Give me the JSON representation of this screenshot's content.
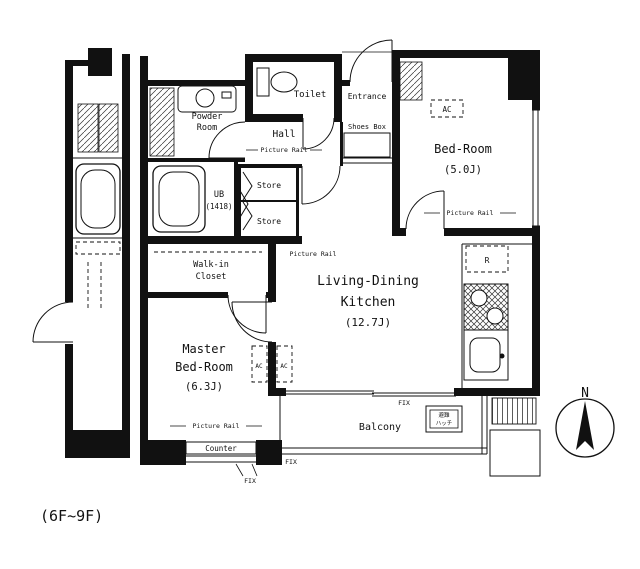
{
  "plan": {
    "floor_range": "(6F~9F)",
    "compass": {
      "north": "N"
    },
    "rooms": {
      "toilet": "Toilet",
      "entrance": "Entrance",
      "shoes_box": "Shoes Box",
      "powder_room_line1": "Powder",
      "powder_room_line2": "Room",
      "hall": "Hall",
      "ub": "UB",
      "ub_size": "(1418)",
      "store": "Store",
      "walk_in_closet_line1": "Walk-in",
      "walk_in_closet_line2": "Closet",
      "ldk_line1": "Living-Dining",
      "ldk_line2": "Kitchen",
      "ldk_size": "(12.7J)",
      "bedroom": "Bed-Room",
      "bedroom_size": "(5.0J)",
      "master_line1": "Master",
      "master_line2": "Bed-Room",
      "master_size": "(6.3J)",
      "balcony": "Balcony",
      "counter": "Counter"
    },
    "annotations": {
      "picture_rail": "Picture Rail",
      "ac": "AC",
      "fridge": "R",
      "fix": "FIX",
      "evac_hatch_line1": "避難",
      "evac_hatch_line2": "ハッチ"
    }
  }
}
